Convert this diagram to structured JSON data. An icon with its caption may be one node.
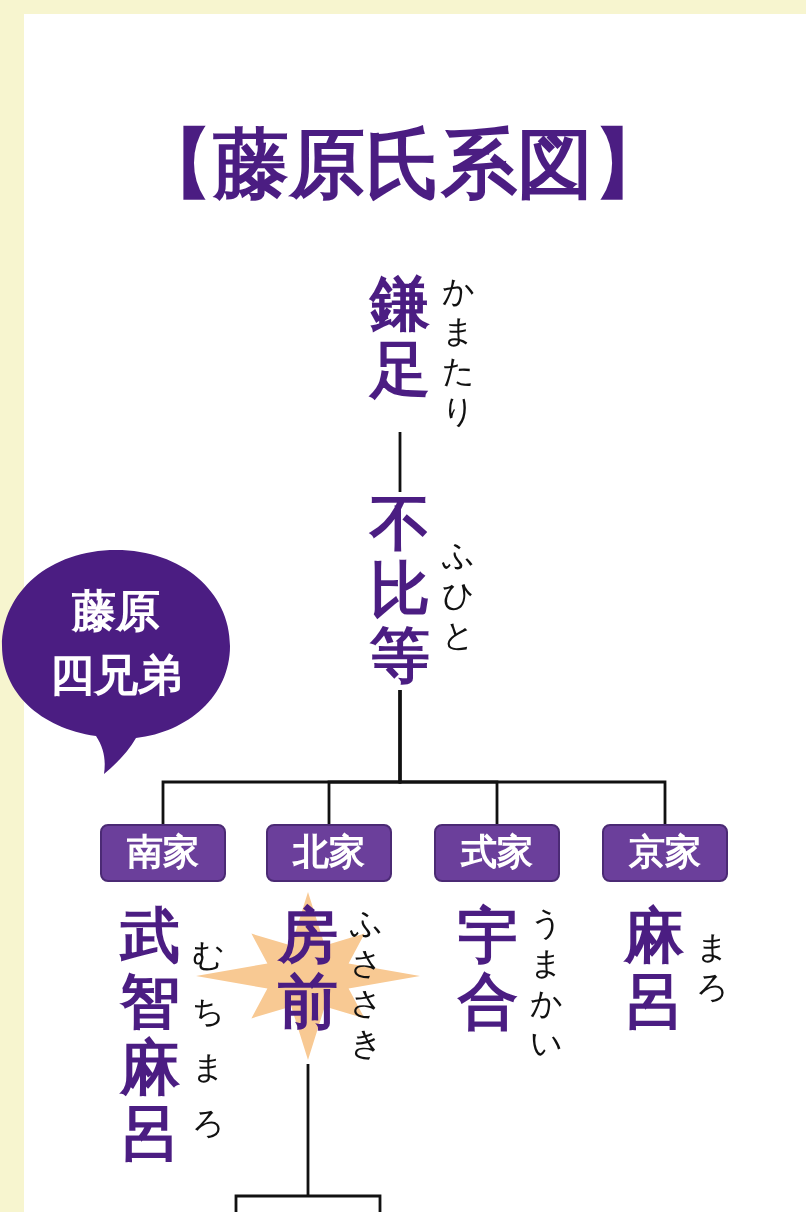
{
  "diagram": {
    "title": "【藤原氏系図】",
    "nodes": [
      {
        "text": [
          "鎌足"
        ],
        "beside": [
          "かまたり"
        ]
      },
      {
        "text": [
          "不比等"
        ],
        "beside": [
          "ふひと"
        ]
      },
      {
        "text": [
          "南家"
        ]
      },
      {
        "text": [
          "北家"
        ]
      },
      {
        "text": [
          "式家"
        ]
      },
      {
        "text": [
          "京家"
        ]
      },
      {
        "text": [
          "武智麻呂"
        ],
        "beside": [
          "むちまろ"
        ]
      },
      {
        "text": [
          "房前"
        ],
        "beside": [
          "ふささき"
        ]
      },
      {
        "text": [
          "宇合"
        ],
        "beside": [
          "うまかい"
        ]
      },
      {
        "text": [
          "麻呂"
        ],
        "beside": [
          "まろ"
        ]
      },
      {
        "text": [
          "藤原四兄弟"
        ]
      }
    ],
    "edges": [
      {
        "from": 0,
        "to": 1,
        "arrow": "none"
      },
      {
        "from": 1,
        "to": 2,
        "arrow": "none"
      },
      {
        "from": 1,
        "to": 3,
        "arrow": "none"
      },
      {
        "from": 1,
        "to": 4,
        "arrow": "none"
      },
      {
        "from": 1,
        "to": 5,
        "arrow": "none"
      },
      {
        "from": 7,
        "to": null,
        "arrow": "none"
      }
    ]
  }
}
